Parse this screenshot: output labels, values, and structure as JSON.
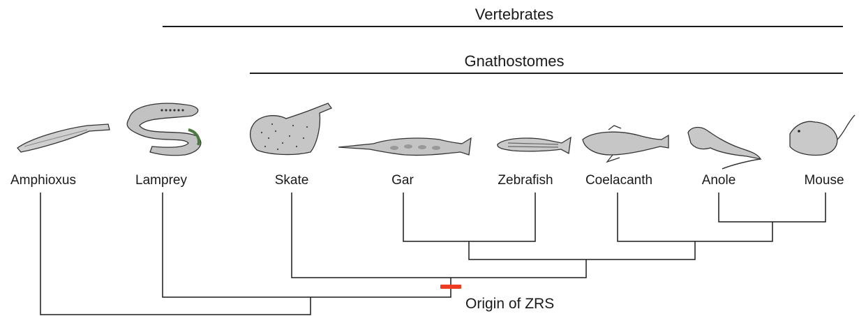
{
  "clades": {
    "vertebrates": "Vertebrates",
    "gnathostomes": "Gnathostomes"
  },
  "taxa": [
    {
      "id": "amphioxus",
      "label": "Amphioxus"
    },
    {
      "id": "lamprey",
      "label": "Lamprey"
    },
    {
      "id": "skate",
      "label": "Skate"
    },
    {
      "id": "gar",
      "label": "Gar"
    },
    {
      "id": "zebrafish",
      "label": "Zebrafish"
    },
    {
      "id": "coelacanth",
      "label": "Coelacanth"
    },
    {
      "id": "anole",
      "label": "Anole"
    },
    {
      "id": "mouse",
      "label": "Mouse"
    }
  ],
  "event": {
    "label": "Origin of ZRS",
    "marker_color": "#ee3b23"
  },
  "colors": {
    "line": "#1a1a1a",
    "illustration_fill": "#c8c8c8",
    "illustration_stroke": "#333333"
  }
}
